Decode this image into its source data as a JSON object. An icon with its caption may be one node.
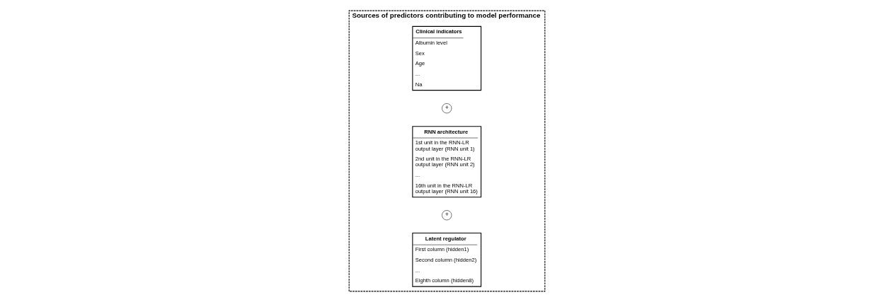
{
  "diagram": {
    "nodes": [
      {
        "text": [
          "Sources of predictors contributing to model performance"
        ]
      },
      {
        "text": [
          "Clinical indicators",
          "Albumin level",
          "Sex",
          "Age",
          "...",
          "Na"
        ],
        "in": 0
      },
      {
        "text": [
          "+"
        ],
        "in": 0
      },
      {
        "text": [
          "RNN architecture",
          "1st unit in the RNN-LR output layer (RNN unit 1)",
          "2nd unit in the RNN-LR output layer (RNN unit 2)",
          "...",
          "16th unit in the RNN-LR output layer (RNN unit 16)"
        ],
        "in": 0
      },
      {
        "text": [
          "+"
        ],
        "in": 0
      },
      {
        "text": [
          "Latent regulator",
          "First column (hidden1)",
          "Second column (hidden2)",
          "...",
          "Eighth column (hidden8)"
        ],
        "in": 0
      }
    ],
    "edges": []
  }
}
